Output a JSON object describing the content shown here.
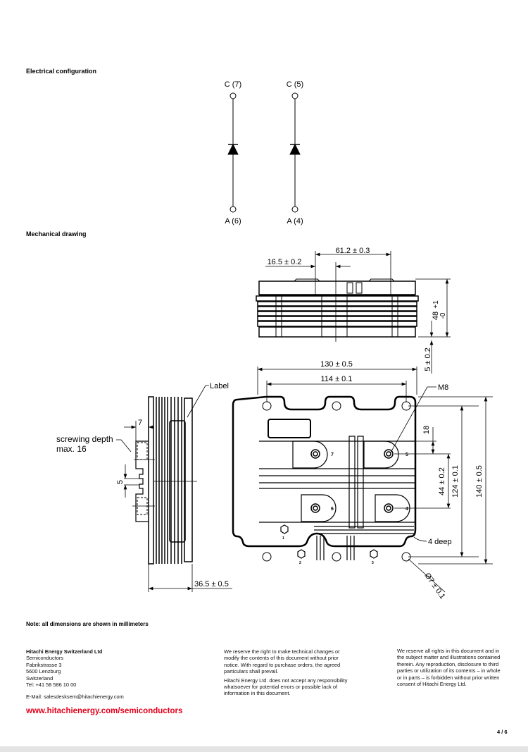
{
  "sections": {
    "electrical": "Electrical configuration",
    "mechanical": "Mechanical drawing",
    "note": "Note: all dimensions are shown in millimeters"
  },
  "electrical_config": {
    "diode1": {
      "top": "C (7)",
      "bottom": "A (6)"
    },
    "diode2": {
      "top": "C (5)",
      "bottom": "A (4)"
    }
  },
  "mechanical_drawing": {
    "dim_61_2": "61.2 ± 0.3",
    "dim_16_5": "16.5 ± 0.2",
    "dim_48_a": "+1",
    "dim_48_b": "-0",
    "dim_48": "48",
    "dim_5": "5 ± 0.2",
    "dim_130": "130 ± 0.5",
    "dim_114": "114 ± 0.1",
    "m8": "M8",
    "dim_18": "18",
    "dim_44": "44 ± 0.2",
    "dim_124": "124 ± 0.1",
    "dim_140": "140 ± 0.5",
    "deep": "4 deep",
    "hole": "Ø7 ± 0.1",
    "label": "Label",
    "screwing1": "screwing depth",
    "screwing2": "max. 16",
    "dim_7": "7",
    "dim_5_side": "5",
    "dim_36_5": "36.5 ± 0.5",
    "terminals": [
      "7",
      "5",
      "6",
      "4",
      "1",
      "2",
      "3"
    ]
  },
  "footer": {
    "company": "Hitachi Energy Switzerland Ltd",
    "address": [
      "Semiconductors",
      "Fabrikstrasse 3",
      "5600 Lenzburg",
      "Switzerland",
      "Tel: +41 58 586 10 00"
    ],
    "email": "E-Mail: salesdesksem@hitachienergy.com",
    "disclaimer1": "We reserve the right to make technical changes or modify the contents of this document without prior notice. With regard to purchase orders, the agreed particulars shall prevail.",
    "disclaimer2": "Hitachi Energy Ltd. does not accept any responsibility whatsoever for potential errors or possible lack of information in this document.",
    "rights": "We reserve all rights in this document and in the subject matter and illustrations contained therein. Any reproduction, disclosure to third parties or utilization of its contents – in whole or in parts – is forbidden without prior written consent of Hitachi Energy Ltd.",
    "url": "www.hitachienergy.com/semiconductors",
    "page": "4 / 6"
  }
}
